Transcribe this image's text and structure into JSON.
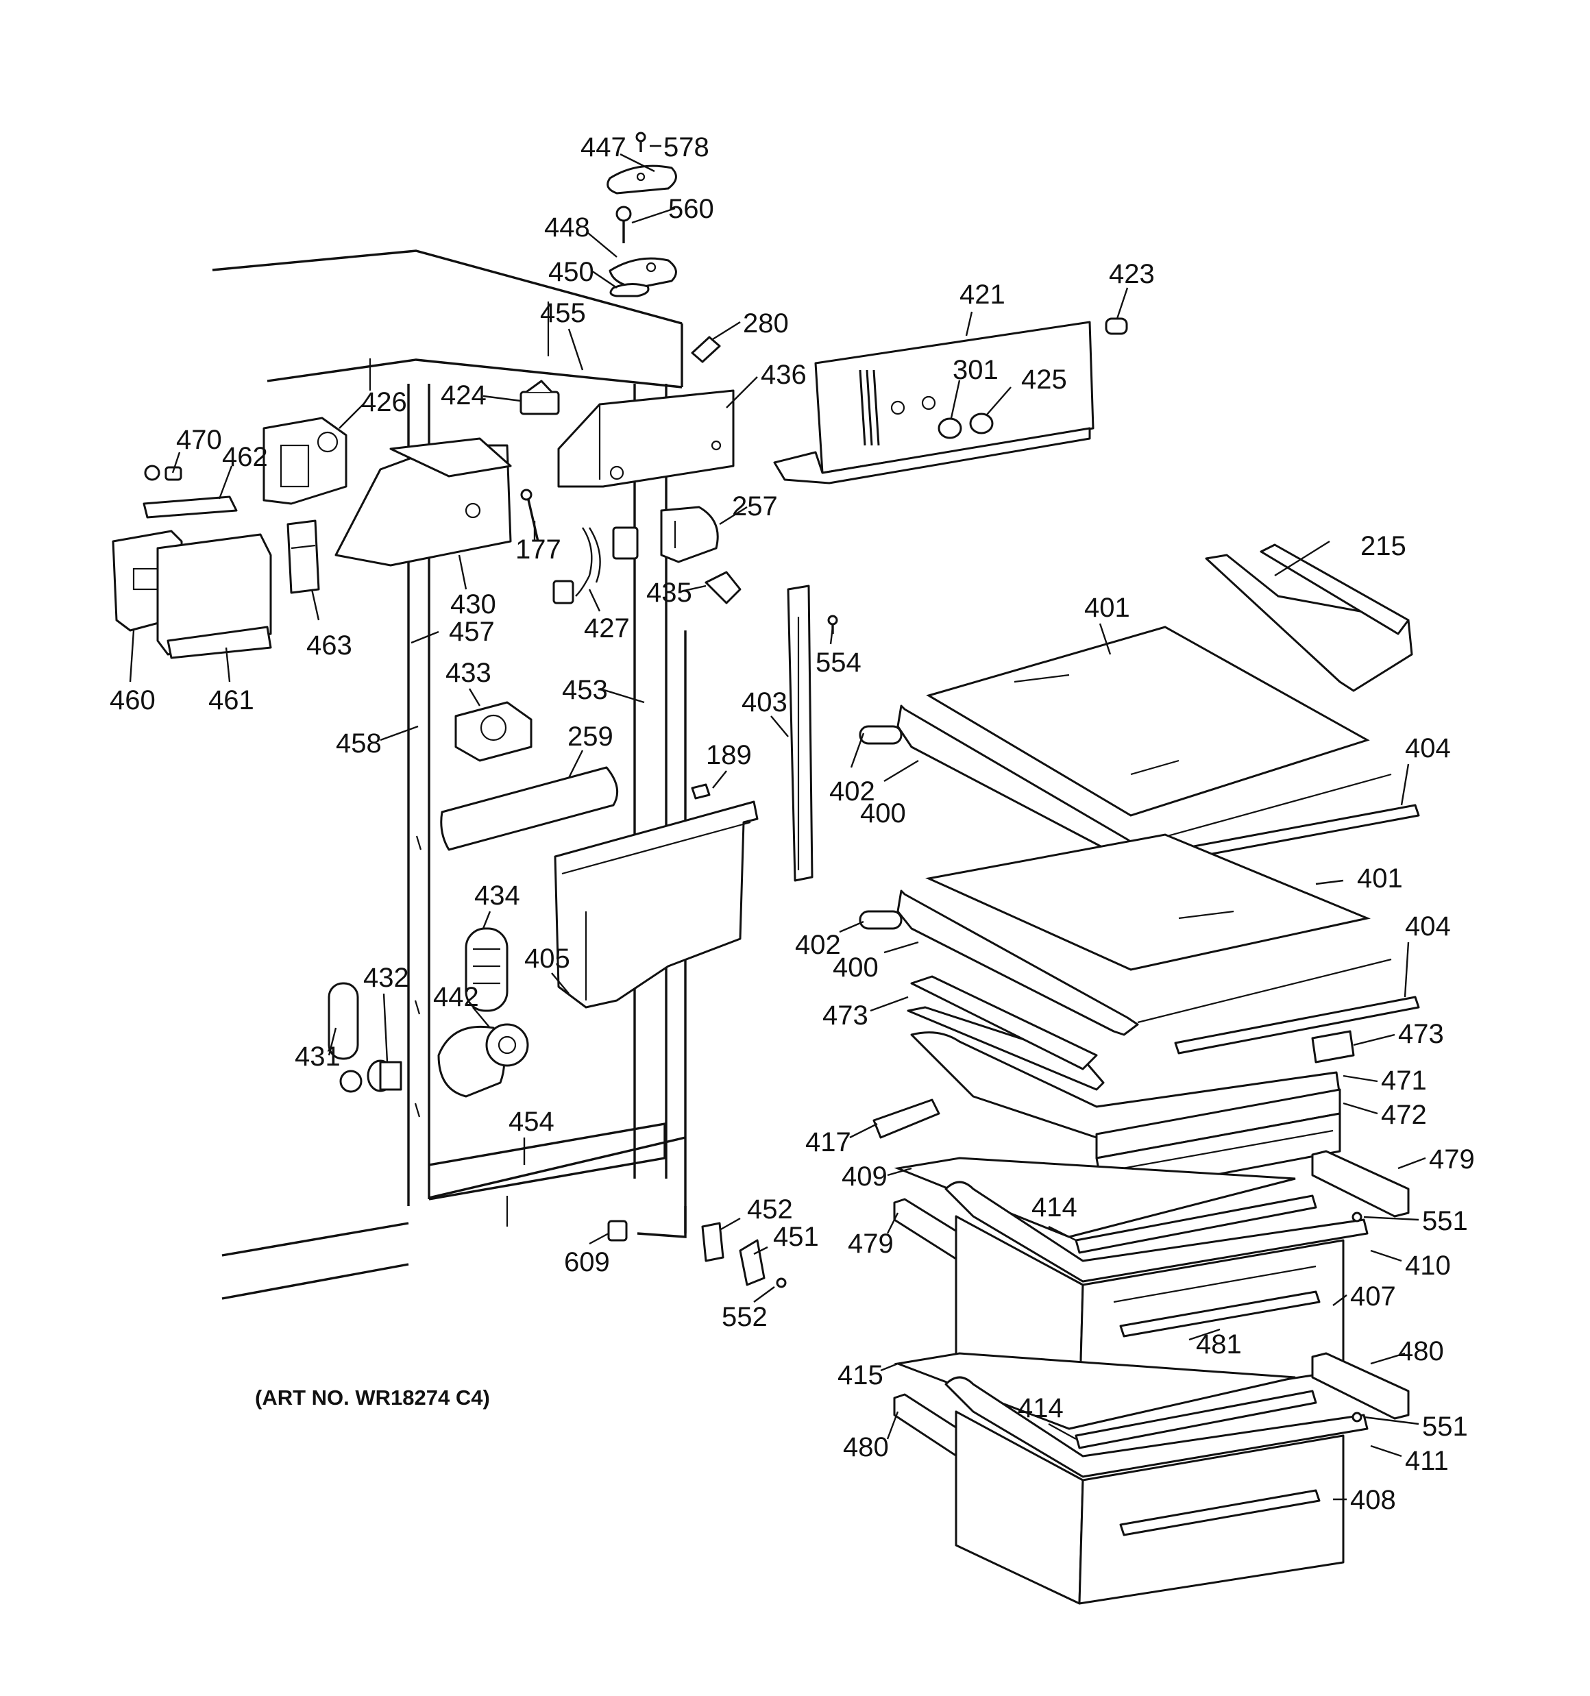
{
  "art_number": "(ART NO. WR18274 C4)",
  "labels": {
    "l447": "447",
    "l578": "578",
    "l448": "448",
    "l560": "560",
    "l450": "450",
    "l455": "455",
    "l280": "280",
    "l421": "421",
    "l423": "423",
    "l436": "436",
    "l301": "301",
    "l425": "425",
    "l424": "424",
    "l426": "426",
    "l470": "470",
    "l462": "462",
    "l430": "430",
    "l177": "177",
    "l257": "257",
    "l215": "215",
    "l427": "427",
    "l435": "435",
    "l457": "457",
    "l463": "463",
    "l460": "460",
    "l461": "461",
    "l554": "554",
    "l401a": "401",
    "l433": "433",
    "l453": "453",
    "l403": "403",
    "l404a": "404",
    "l458": "458",
    "l259": "259",
    "l189": "189",
    "l402a": "402",
    "l400a": "400",
    "l401b": "401",
    "l434": "434",
    "l404b": "404",
    "l402b": "402",
    "l400b": "400",
    "l405": "405",
    "l432": "432",
    "l473a": "473",
    "l442": "442",
    "l473b": "473",
    "l431": "431",
    "l471": "471",
    "l454": "454",
    "l472": "472",
    "l417": "417",
    "l479a": "479",
    "l409": "409",
    "l452": "452",
    "l414a": "414",
    "l551a": "551",
    "l451": "451",
    "l479b": "479",
    "l609": "609",
    "l410": "410",
    "l407": "407",
    "l552": "552",
    "l481": "481",
    "l480a": "480",
    "l415": "415",
    "l414b": "414",
    "l551b": "551",
    "l480b": "480",
    "l411": "411",
    "l408": "408"
  }
}
